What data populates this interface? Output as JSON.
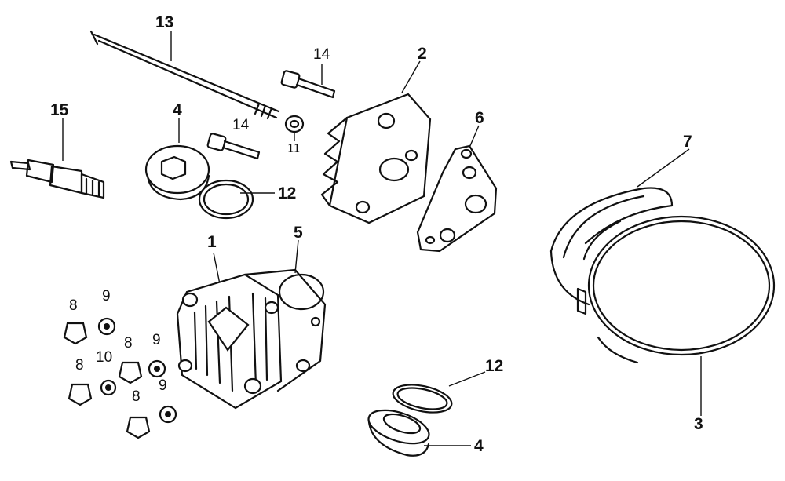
{
  "labels": {
    "l13": "13",
    "l14a": "14",
    "l14b": "14",
    "l2": "2",
    "l15": "15",
    "l4a": "4",
    "l11": "11",
    "l12a": "12",
    "l6": "6",
    "l7": "7",
    "l1": "1",
    "l5": "5",
    "l8a": "8",
    "l9a": "9",
    "l10": "10",
    "l8b": "8",
    "l8c": "8",
    "l9b": "9",
    "l9c": "9",
    "l8d": "8",
    "l12b": "12",
    "l4b": "4",
    "l3": "3"
  },
  "colors": {
    "line": "#111111",
    "background": "#ffffff"
  }
}
